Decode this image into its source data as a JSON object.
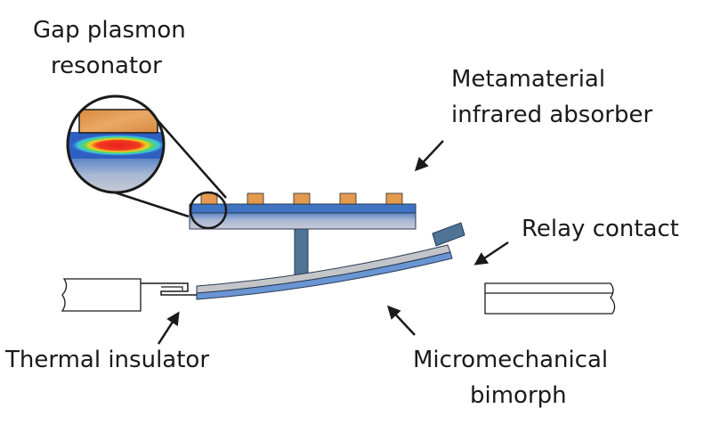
{
  "labels": {
    "gap_plasmon_line1": "Gap plasmon",
    "gap_plasmon_line2": "resonator",
    "metamaterial_line1": "Metamaterial",
    "metamaterial_line2": "infrared absorber",
    "relay_contact": "Relay contact",
    "thermal_insulator": "Thermal insulator",
    "bimorph_line1": "Micromechanical",
    "bimorph_line2": "bimorph"
  },
  "colors": {
    "resonator_gold": "#e39a4f",
    "dielectric_blue": "#3e72c0",
    "substrate_gray": "#b7bfcc",
    "post_steel": "#4f7496",
    "bimorph_top": "#c3c5c9",
    "bimorph_bottom": "#6a95d3",
    "outline": "#1a1a1a"
  },
  "resonator_count": 5
}
